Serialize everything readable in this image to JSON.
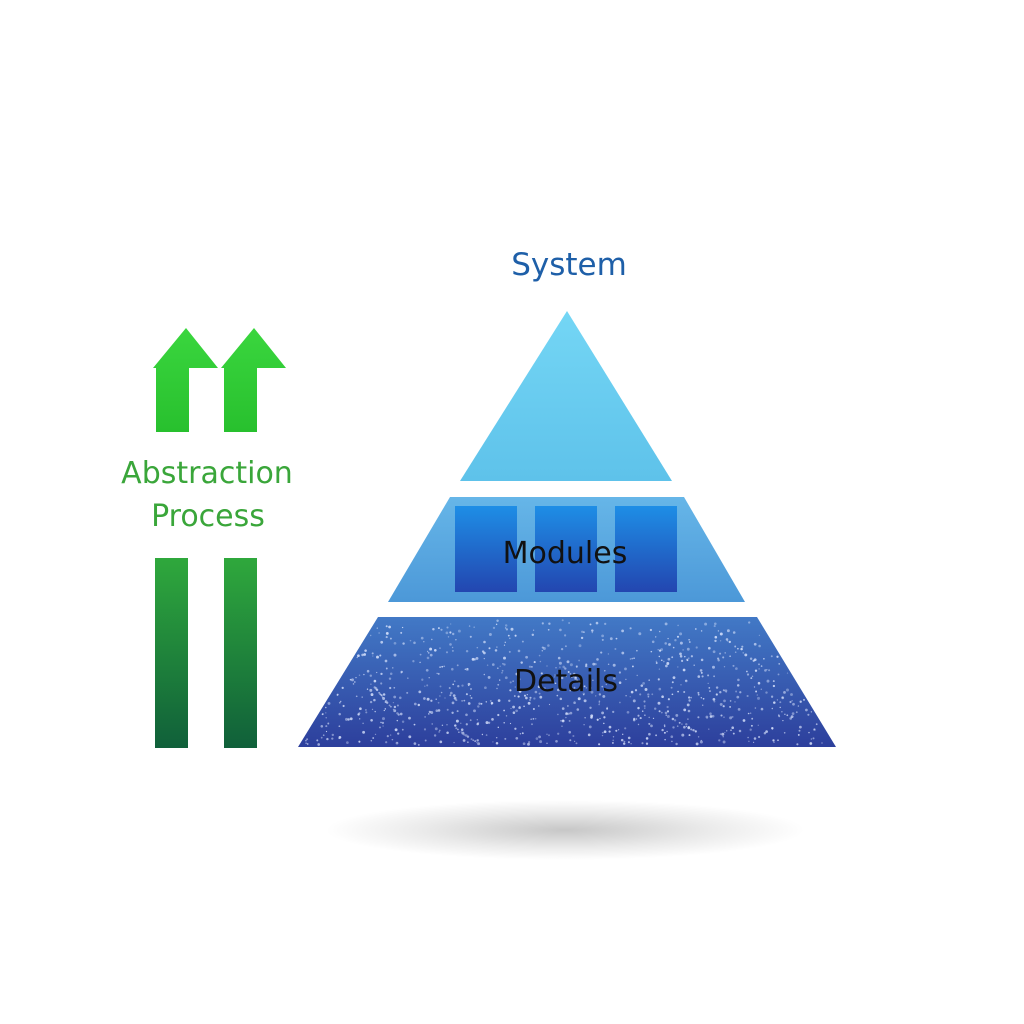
{
  "diagram": {
    "left_label": {
      "line1": "Abstraction",
      "line2": "Process"
    },
    "pyramid": {
      "top_label": "System",
      "middle_label": "Modules",
      "bottom_label": "Details"
    }
  },
  "colors": {
    "arrow_green": "#34d13a",
    "bar_green_top": "#2fa63a",
    "bar_green_bottom": "#12663a",
    "label_green": "#3aa63a",
    "system_blue": "#1e5fa8",
    "top_tier": "#70d2f2",
    "middle_tier": "#5aa6e0",
    "module_box": "#1d58c0",
    "bottom_tier": "#3359b5",
    "text_dark": "#111111"
  }
}
